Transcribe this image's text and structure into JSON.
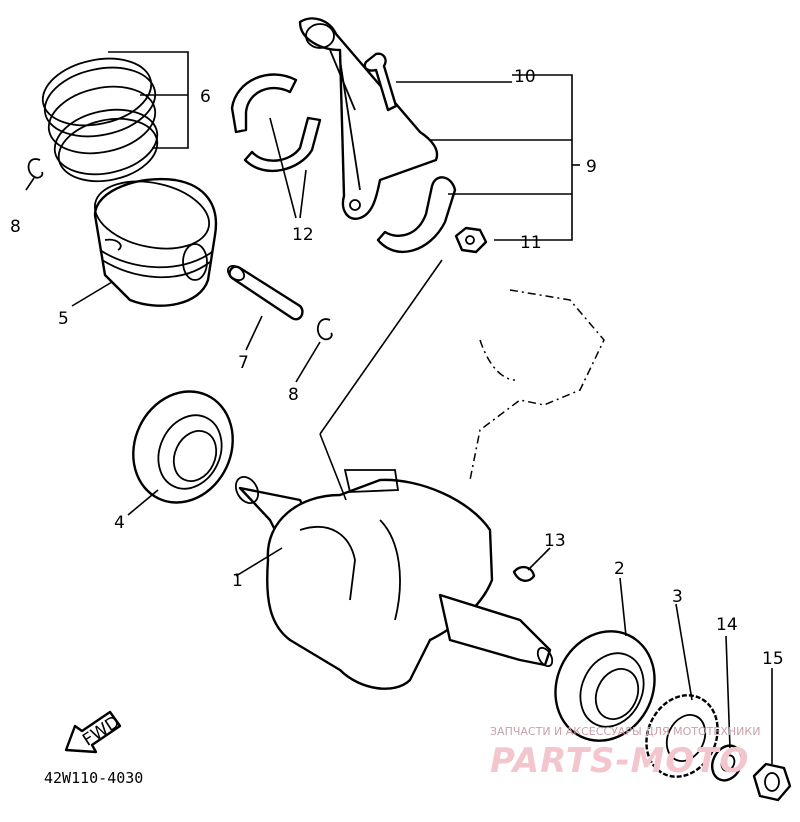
{
  "diagram": {
    "part_code": "42W110-4030",
    "fwd_label": "FWD",
    "callouts": [
      "1",
      "2",
      "3",
      "4",
      "5",
      "6",
      "7",
      "8",
      "8",
      "9",
      "10",
      "11",
      "12",
      "13",
      "14",
      "15"
    ]
  },
  "watermark": {
    "caption": "ЗАПЧАСТИ И АКСЕССУАРЫ ДЛЯ МОТОТЕХНИКИ",
    "brand": "PARTS-MOTO"
  }
}
